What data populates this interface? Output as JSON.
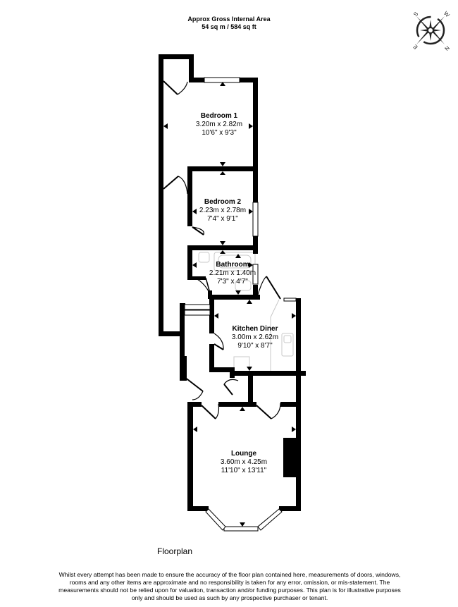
{
  "header": {
    "area_title": "Approx Gross Internal Area",
    "area_value": "54 sq m / 584 sq ft"
  },
  "compass": {
    "icon": "compass-rose-icon",
    "labels": {
      "top_left": "S",
      "top_right": "W",
      "bottom_left": "E",
      "bottom_right": "N"
    }
  },
  "rooms": [
    {
      "name": "Bedroom 1",
      "metric": "3.20m x 2.82m",
      "imperial": "10'6\" x 9'3\""
    },
    {
      "name": "Bedroom 2",
      "metric": "2.23m x 2.78m",
      "imperial": "7'4\" x 9'1\""
    },
    {
      "name": "Bathroom",
      "metric": "2.21m x 1.40m",
      "imperial": "7'3\" x 4'7\""
    },
    {
      "name": "Kitchen Diner",
      "metric": "3.00m x 2.62m",
      "imperial": "9'10\" x 8'7\""
    },
    {
      "name": "Lounge",
      "metric": "3.60m x 4.25m",
      "imperial": "11'10\" x 13'11\""
    }
  ],
  "floor_title": "Floorplan",
  "disclaimer": "Whilst every attempt has been made to ensure the accuracy of the floor plan contained here, measurements of doors, windows, rooms and any other items are approximate and no responsibility is taken for any error, omission, or mis-statement. The measurements should not be relied upon for valuation, transaction and/or funding purposes. This plan is for illustrative purposes only and should be used as such by any prospective purchaser or tenant.",
  "colors": {
    "wall": "#000000",
    "fixture": "#c8c8c8",
    "background": "#ffffff"
  }
}
